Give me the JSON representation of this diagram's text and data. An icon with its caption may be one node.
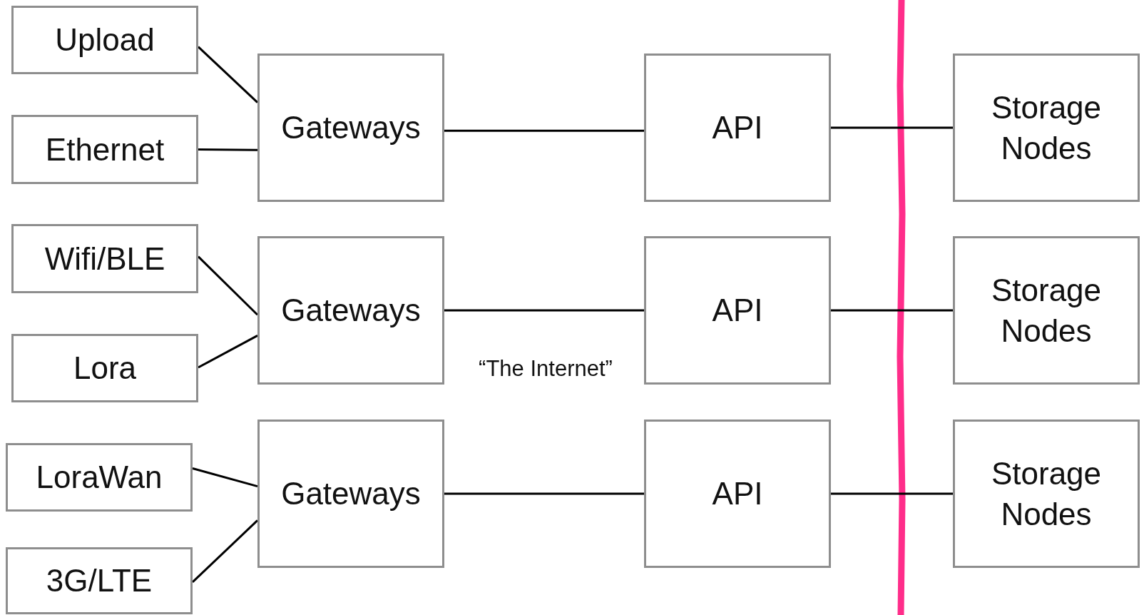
{
  "diagram": {
    "nodes": [
      {
        "text": [
          "Upload"
        ]
      },
      {
        "text": [
          "Ethernet"
        ]
      },
      {
        "text": [
          "Gateways"
        ]
      },
      {
        "text": [
          "API"
        ]
      },
      {
        "text": [
          "Storage Nodes"
        ]
      },
      {
        "text": [
          "Wifi/BLE"
        ]
      },
      {
        "text": [
          "Lora"
        ]
      },
      {
        "text": [
          "Gateways"
        ]
      },
      {
        "text": [
          "API"
        ]
      },
      {
        "text": [
          "Storage Nodes"
        ]
      },
      {
        "text": [
          "LoraWan"
        ]
      },
      {
        "text": [
          "3G/LTE"
        ]
      },
      {
        "text": [
          "Gateways"
        ]
      },
      {
        "text": [
          "API"
        ]
      },
      {
        "text": [
          "Storage Nodes"
        ]
      }
    ],
    "edges": [
      {
        "from": 0,
        "to": 2,
        "arrow": "none"
      },
      {
        "from": 1,
        "to": 2,
        "arrow": "none"
      },
      {
        "from": 2,
        "to": 3,
        "arrow": "none"
      },
      {
        "from": 3,
        "to": 4,
        "arrow": "none"
      },
      {
        "from": 5,
        "to": 7,
        "arrow": "none"
      },
      {
        "from": 6,
        "to": 7,
        "arrow": "none"
      },
      {
        "from": 7,
        "to": 8,
        "arrow": "none"
      },
      {
        "from": 8,
        "to": 9,
        "arrow": "none"
      },
      {
        "from": 10,
        "to": 12,
        "arrow": "none"
      },
      {
        "from": 11,
        "to": 12,
        "arrow": "none"
      },
      {
        "from": 12,
        "to": 13,
        "arrow": "none"
      },
      {
        "from": 13,
        "to": 14,
        "arrow": "none"
      }
    ],
    "labels": [
      "“The Internet”"
    ]
  }
}
